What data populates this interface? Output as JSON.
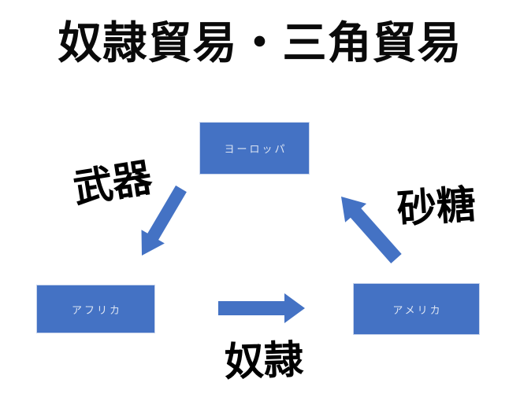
{
  "title": "奴隷貿易・三角貿易",
  "colors": {
    "node_fill": "#4472C4",
    "node_text": "#DDE5F3",
    "arrow": "#4472C4",
    "label_text": "#000000",
    "background": "#FFFFFF"
  },
  "nodes": [
    {
      "id": "europe",
      "label": "ヨーロッパ"
    },
    {
      "id": "africa",
      "label": "アフリカ"
    },
    {
      "id": "america",
      "label": "アメリカ"
    }
  ],
  "flows": [
    {
      "from": "ヨーロッパ",
      "to": "アフリカ",
      "label": "武器"
    },
    {
      "from": "アフリカ",
      "to": "アメリカ",
      "label": "奴隷"
    },
    {
      "from": "アメリカ",
      "to": "ヨーロッパ",
      "label": "砂糖"
    }
  ]
}
